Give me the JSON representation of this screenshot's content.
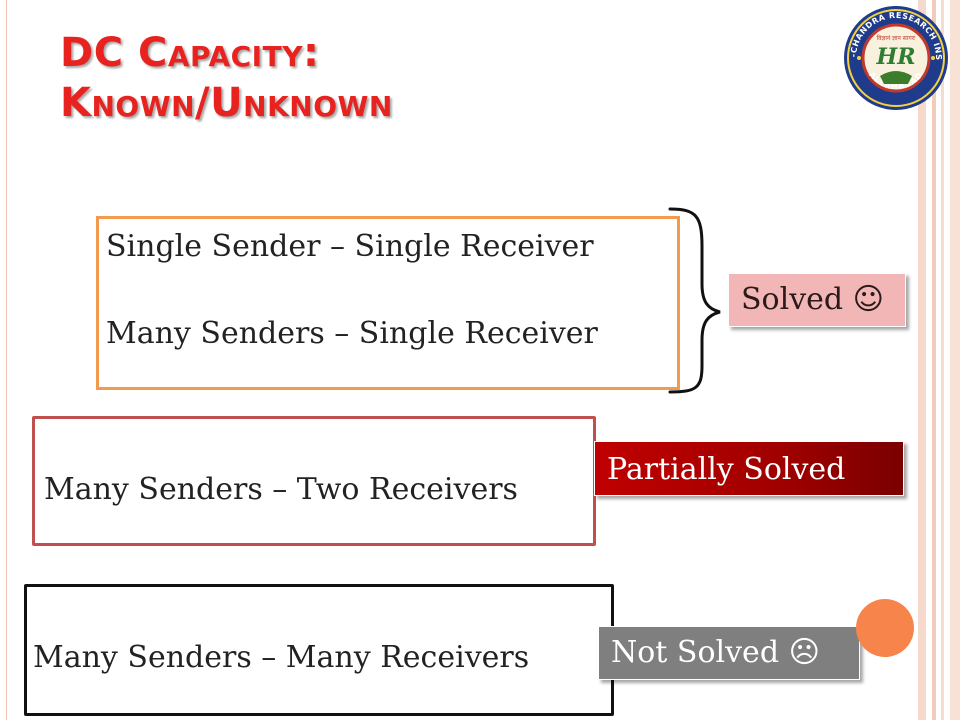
{
  "title": {
    "line1": "DC Capacity:",
    "line2": "Known/Unknown"
  },
  "logo": {
    "ring_text": "HARISH-CHANDRA RESEARCH INSTITUTE",
    "bottom_text": "ALLAHABAD",
    "center_text": "विज्ञानं ज्ञान सागरः",
    "monogram": "HR"
  },
  "groups": [
    {
      "lines": [
        "Single Sender – Single Receiver",
        "Many Senders – Single Receiver"
      ],
      "status": "Solved",
      "emoji": "☺"
    },
    {
      "lines": [
        "Many Senders – Two Receivers"
      ],
      "status": "Partially Solved",
      "emoji": ""
    },
    {
      "lines": [
        "Many Senders – Many Receivers"
      ],
      "status": "Not Solved",
      "emoji": "☹"
    }
  ],
  "colors": {
    "title": "#e8231f",
    "box1_border": "#f29a4f",
    "box2_border": "#c0504d",
    "box3_border": "#111111",
    "solved_bg": "#f2b6b6",
    "partial_bg": "#c00000",
    "not_bg": "#7f7f7f",
    "accent_circle": "#f7844b"
  }
}
